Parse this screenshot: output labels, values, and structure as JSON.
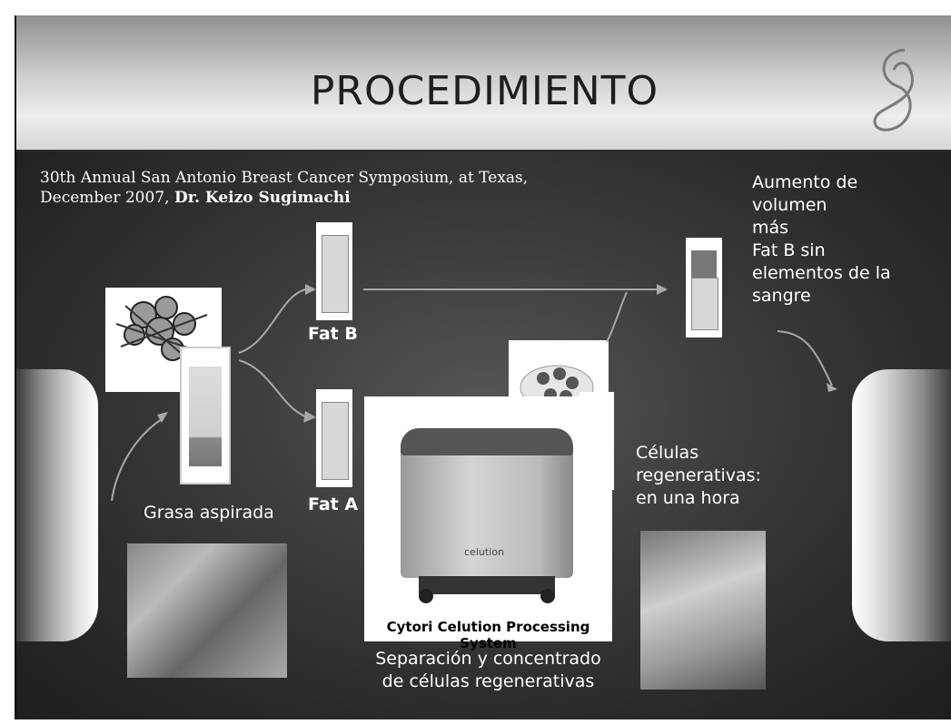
{
  "slide": {
    "title": "PROCEDIMIENTO",
    "citation_line1": "30th Annual San Antonio Breast Cancer Symposium, at Texas,",
    "citation_line2_prefix": "December 2007,",
    "citation_author": "Dr. Keizo Sugimachi",
    "fat_b_label": "Fat B",
    "fat_a_label": "Fat A",
    "grasa_label": "Grasa aspirada",
    "result_lines": [
      "Aumento de",
      "volumen",
      "más",
      "Fat B sin",
      "elementos de la",
      "sangre"
    ],
    "cells_lines": [
      "Células",
      "regenerativas:",
      "en una hora"
    ],
    "device_label_1": "Cytori Celution Processing",
    "device_label_2": "System",
    "device_brand": "celution",
    "separation_line1": "Separación y concentrado",
    "separation_line2": "de células regenerativas"
  },
  "colors": {
    "background": "#2b2b2b",
    "header_light": "#ededed",
    "text": "#ffffff"
  }
}
